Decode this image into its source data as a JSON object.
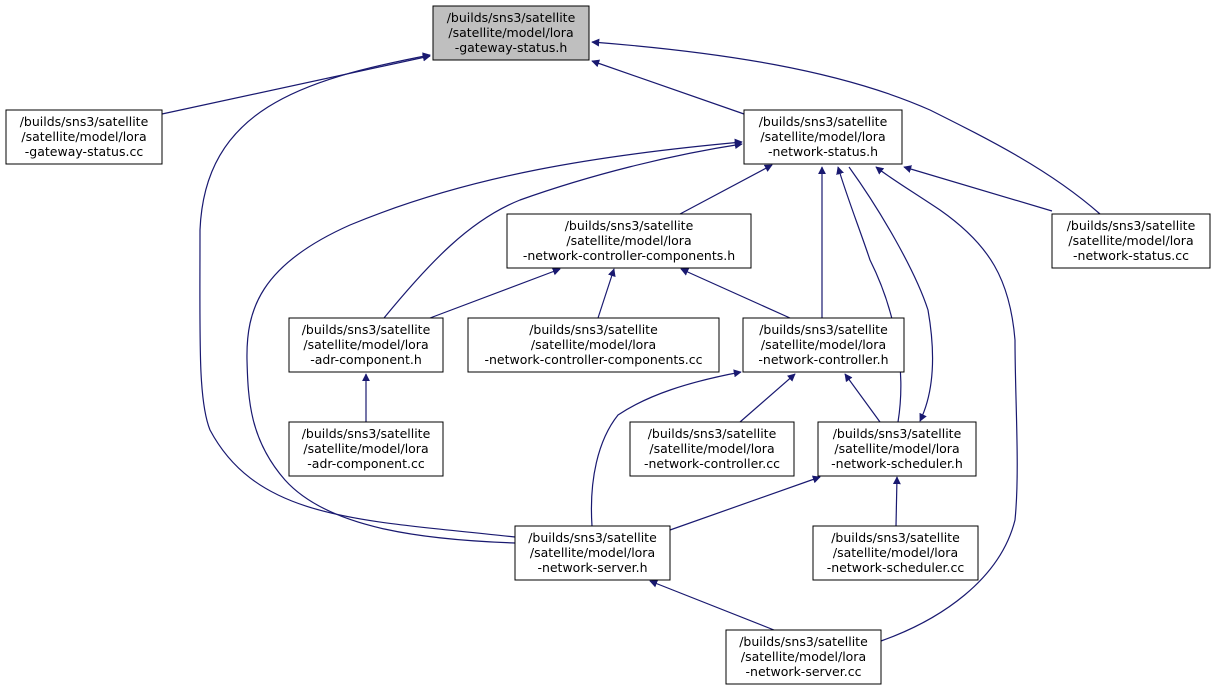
{
  "colors": {
    "edge": "#191970",
    "node_fill": "#ffffff",
    "focus_fill": "#bfbfbf",
    "border": "#000000"
  },
  "nodes": [
    {
      "id": "gw_h",
      "lines": [
        "/builds/sns3/satellite",
        "/satellite/model/lora",
        "-gateway-status.h"
      ],
      "focus": true
    },
    {
      "id": "gw_cc",
      "lines": [
        "/builds/sns3/satellite",
        "/satellite/model/lora",
        "-gateway-status.cc"
      ]
    },
    {
      "id": "ns_h",
      "lines": [
        "/builds/sns3/satellite",
        "/satellite/model/lora",
        "-network-status.h"
      ]
    },
    {
      "id": "ncc_h",
      "lines": [
        "/builds/sns3/satellite",
        "/satellite/model/lora",
        "-network-controller-components.h"
      ]
    },
    {
      "id": "ns_cc",
      "lines": [
        "/builds/sns3/satellite",
        "/satellite/model/lora",
        "-network-status.cc"
      ]
    },
    {
      "id": "adr_h",
      "lines": [
        "/builds/sns3/satellite",
        "/satellite/model/lora",
        "-adr-component.h"
      ]
    },
    {
      "id": "ncc_cc",
      "lines": [
        "/builds/sns3/satellite",
        "/satellite/model/lora",
        "-network-controller-components.cc"
      ]
    },
    {
      "id": "nc_h",
      "lines": [
        "/builds/sns3/satellite",
        "/satellite/model/lora",
        "-network-controller.h"
      ]
    },
    {
      "id": "adr_cc",
      "lines": [
        "/builds/sns3/satellite",
        "/satellite/model/lora",
        "-adr-component.cc"
      ]
    },
    {
      "id": "nc_cc",
      "lines": [
        "/builds/sns3/satellite",
        "/satellite/model/lora",
        "-network-controller.cc"
      ]
    },
    {
      "id": "nsch_h",
      "lines": [
        "/builds/sns3/satellite",
        "/satellite/model/lora",
        "-network-scheduler.h"
      ]
    },
    {
      "id": "nsrv_h",
      "lines": [
        "/builds/sns3/satellite",
        "/satellite/model/lora",
        "-network-server.h"
      ]
    },
    {
      "id": "nsch_cc",
      "lines": [
        "/builds/sns3/satellite",
        "/satellite/model/lora",
        "-network-scheduler.cc"
      ]
    },
    {
      "id": "nsrv_cc",
      "lines": [
        "/builds/sns3/satellite",
        "/satellite/model/lora",
        "-network-server.cc"
      ]
    }
  ],
  "edges": [
    {
      "from": "gw_cc",
      "to": "gw_h"
    },
    {
      "from": "nsrv_h",
      "to": "gw_h"
    },
    {
      "from": "ns_h",
      "to": "gw_h"
    },
    {
      "from": "ns_cc",
      "to": "gw_h"
    },
    {
      "from": "ncc_h",
      "to": "ns_h"
    },
    {
      "from": "adr_h",
      "to": "ns_h"
    },
    {
      "from": "nsrv_h",
      "to": "ns_h"
    },
    {
      "from": "nc_h",
      "to": "ns_h"
    },
    {
      "from": "nsch_h",
      "to": "ns_h"
    },
    {
      "from": "ns_h",
      "to": "nsch_h"
    },
    {
      "from": "nsrv_cc",
      "to": "ns_h"
    },
    {
      "from": "ns_cc",
      "to": "ns_h"
    },
    {
      "from": "adr_h",
      "to": "ncc_h"
    },
    {
      "from": "ncc_cc",
      "to": "ncc_h"
    },
    {
      "from": "nc_h",
      "to": "ncc_h"
    },
    {
      "from": "adr_cc",
      "to": "adr_h"
    },
    {
      "from": "nsrv_h",
      "to": "nc_h"
    },
    {
      "from": "nc_cc",
      "to": "nc_h"
    },
    {
      "from": "nsch_h",
      "to": "nc_h"
    },
    {
      "from": "nsrv_h",
      "to": "nsch_h"
    },
    {
      "from": "nsch_cc",
      "to": "nsch_h"
    },
    {
      "from": "nsrv_cc",
      "to": "nsrv_h"
    }
  ]
}
